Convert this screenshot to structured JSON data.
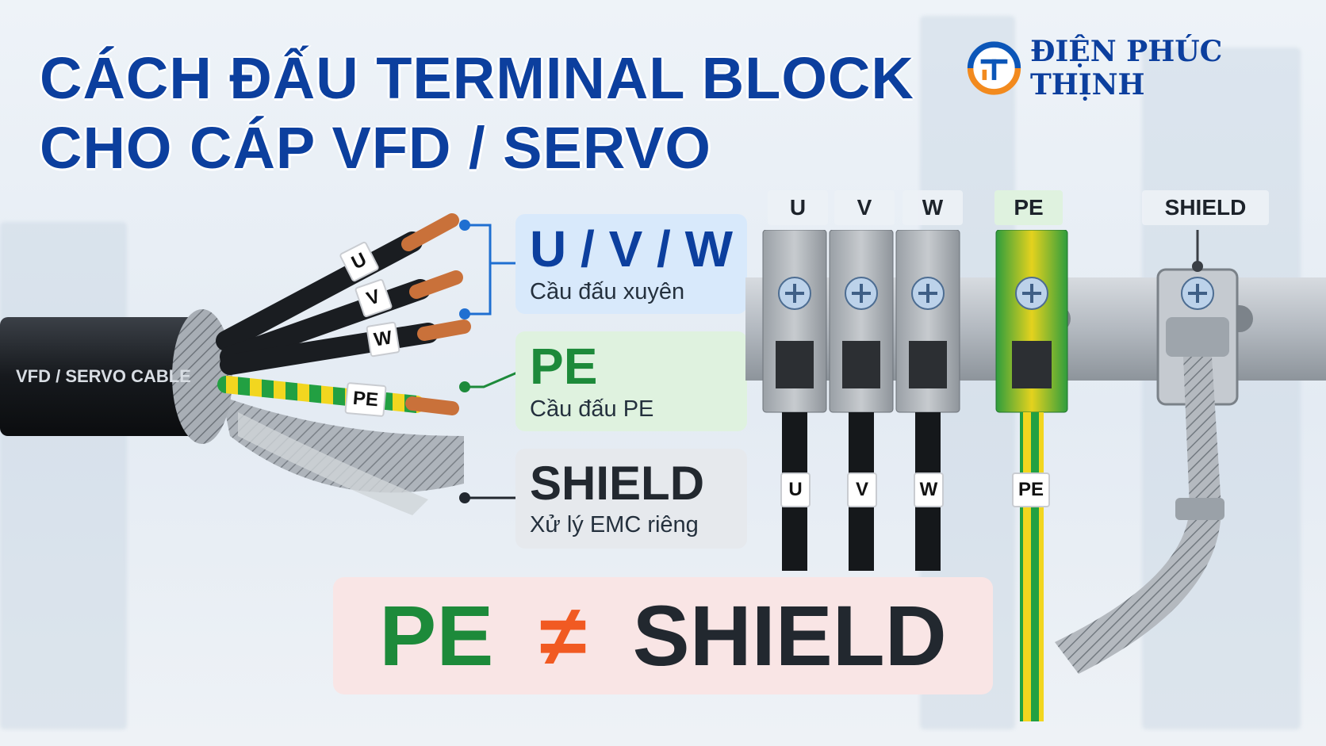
{
  "title": {
    "line1": "CÁCH ĐẤU TERMINAL BLOCK",
    "line2": "CHO CÁP VFD / SERVO"
  },
  "brand": {
    "name": "ĐIỆN PHÚC THỊNH",
    "logo_glyph": "T"
  },
  "cable": {
    "jacket_label": "VFD / SERVO CABLE",
    "wire_tags": [
      "U",
      "V",
      "W",
      "PE"
    ]
  },
  "cards": {
    "uvw": {
      "title": "U / V / W",
      "subtitle": "Cầu đấu xuyên"
    },
    "pe": {
      "title": "PE",
      "subtitle": "Cầu đấu PE"
    },
    "shield": {
      "title": "SHIELD",
      "subtitle": "Xử lý EMC riêng"
    }
  },
  "block_labels": [
    "U",
    "V",
    "W",
    "PE",
    "SHIELD"
  ],
  "bottom_wire_tags": [
    "U",
    "V",
    "W",
    "PE"
  ],
  "banner": {
    "left": "PE",
    "symbol": "≠",
    "right": "SHIELD"
  },
  "colors": {
    "title_blue": "#0c3f9e",
    "pe_green": "#1d8a3a",
    "neq_orange": "#f15a22",
    "shield_dark": "#22282f",
    "uvw_card": "#d8e9fb",
    "pe_card": "#dff2df",
    "shield_card": "#e6e9ed",
    "banner_bg": "#f9e5e5"
  }
}
